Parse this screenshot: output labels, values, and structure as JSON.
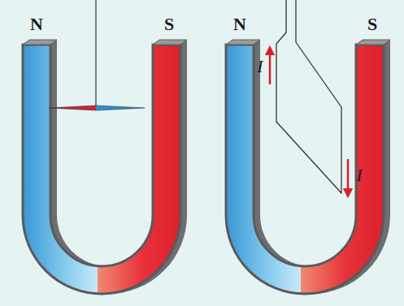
{
  "diagram": {
    "labels": [
      "N",
      "S",
      "N",
      "S",
      "I",
      "I"
    ]
  }
}
